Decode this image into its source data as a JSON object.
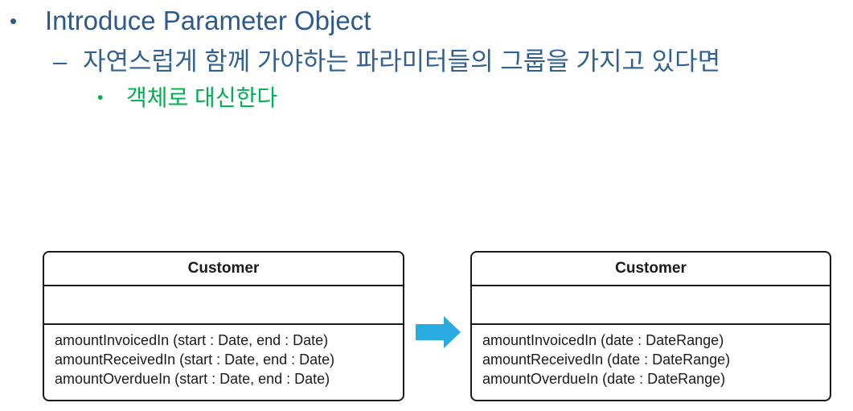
{
  "slide": {
    "bullet_glyph": "•",
    "dash_glyph": "–",
    "title": "Introduce Parameter Object",
    "subtitle": "자연스럽게 함께 가야하는 파라미터들의 그룹을 가지고 있다면",
    "sub_item": "객체로 대신한다"
  },
  "diagram": {
    "before": {
      "title": "Customer",
      "attributes": "",
      "methods": [
        "amountInvoicedIn (start : Date, end : Date)",
        "amountReceivedIn (start : Date, end : Date)",
        "amountOverdueIn (start : Date, end : Date)"
      ]
    },
    "after": {
      "title": "Customer",
      "attributes": "",
      "methods": [
        "amountInvoicedIn (date : DateRange)",
        "amountReceivedIn (date : DateRange)",
        "amountOverdueIn (date : DateRange)"
      ]
    },
    "arrow": "right-block-arrow"
  },
  "colors": {
    "title-blue": "#2d5a8c",
    "subtitle-blue": "#33618f",
    "green": "#00b050",
    "arrow-blue": "#29abe2",
    "box-border": "#1a1a1a",
    "text-dark": "#1a1a1a"
  }
}
